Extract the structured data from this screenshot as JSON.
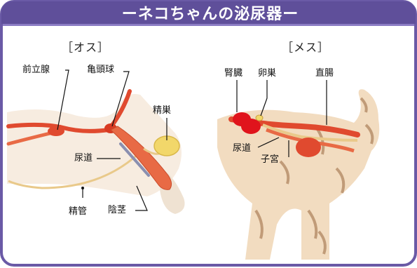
{
  "title": "ーネコちゃんの泌尿器ー",
  "male": {
    "label": "［オス］",
    "parts": {
      "prostate": "前立腺",
      "glans": "亀頭球",
      "testis": "精巣",
      "urethra": "尿道",
      "vas_deferens": "精管",
      "penis": "陰茎"
    }
  },
  "female": {
    "label": "［メス］",
    "parts": {
      "kidney": "腎臓",
      "ovary": "卵巣",
      "rectum": "直腸",
      "urethra": "尿道",
      "uterus": "子宮"
    }
  },
  "colors": {
    "header_bg": "#5f4f9a",
    "frame_border": "#6a5aa6",
    "organ_red": "#e04a2f",
    "kidney_red": "#e0141c",
    "tract_tan": "#e9c98a",
    "fur_light": "#f2dcc0",
    "fur_dark": "#b08660",
    "testis_yellow": "#f2d76a"
  }
}
